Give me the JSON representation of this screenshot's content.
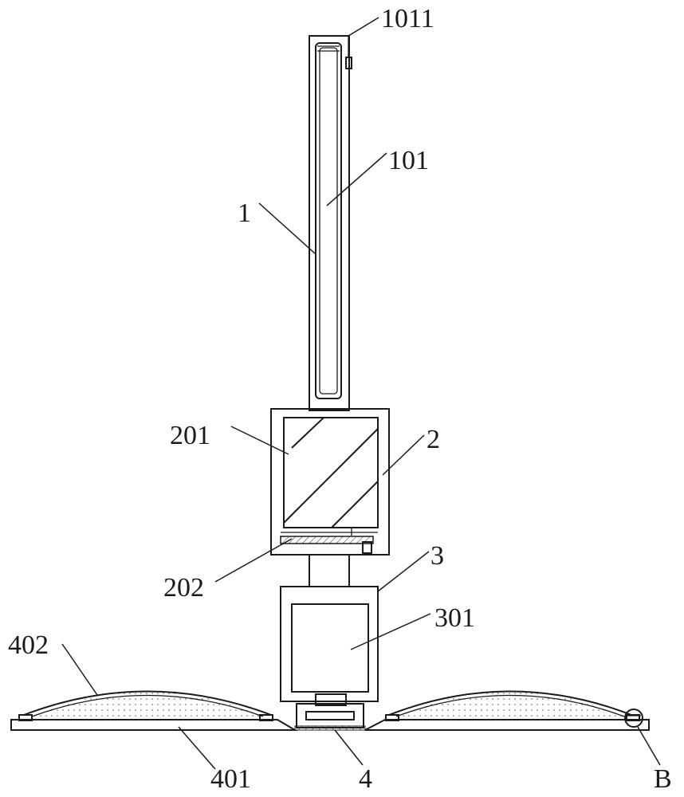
{
  "labels": {
    "l1011": "1011",
    "l101": "101",
    "l1": "1",
    "l201": "201",
    "l2": "2",
    "l202": "202",
    "l3": "3",
    "l301": "301",
    "l402": "402",
    "l401": "401",
    "l4": "4",
    "lB": "B"
  }
}
